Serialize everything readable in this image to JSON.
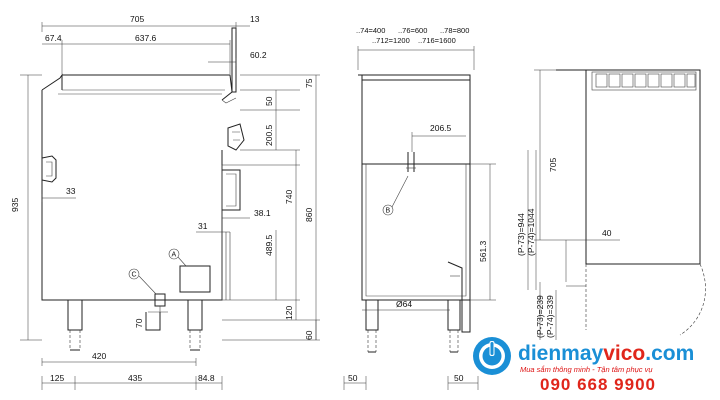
{
  "dims": {
    "d705": "705",
    "d13": "13",
    "d67_4": "67.4",
    "d637_6": "637.6",
    "d60_2": "60.2",
    "d75": "75",
    "d50_top": "50",
    "d200_5": "200.5",
    "d935": "935",
    "d33": "33",
    "d740": "740",
    "d860": "860",
    "d38_1": "38.1",
    "d31": "31",
    "d489_5": "489.5",
    "d120": "120",
    "d60": "60",
    "d70": "70",
    "d420": "420",
    "d125": "125",
    "d435": "435",
    "d84_8": "84.8"
  },
  "front": {
    "w1": "..74=400",
    "w2": "..76=600",
    "w3": "..78=800",
    "w4": "..712=1200",
    "w5": "..716=1600",
    "d206_5": "206.5",
    "d561_3": "561.3",
    "d64": "Ø64",
    "d50_left": "50",
    "d50_right": "50"
  },
  "side": {
    "d705": "705",
    "d40": "40",
    "p73_944": "(P-73)=944",
    "p74_1044": "(P-74)=1044",
    "p73_239": "(P-73)=239",
    "p74_339": "(P-74)=339"
  },
  "callouts": {
    "a": "A",
    "b": "B",
    "c": "C"
  },
  "brand": {
    "name_part1": "dienmay",
    "name_part2": "vico",
    "name_part3": ".com",
    "slogan": "Mua sắm thông minh - Tận tâm phục vụ",
    "phone": "090 668 9900",
    "color_blue": "#1a8fd6",
    "color_red": "#e0261b"
  }
}
